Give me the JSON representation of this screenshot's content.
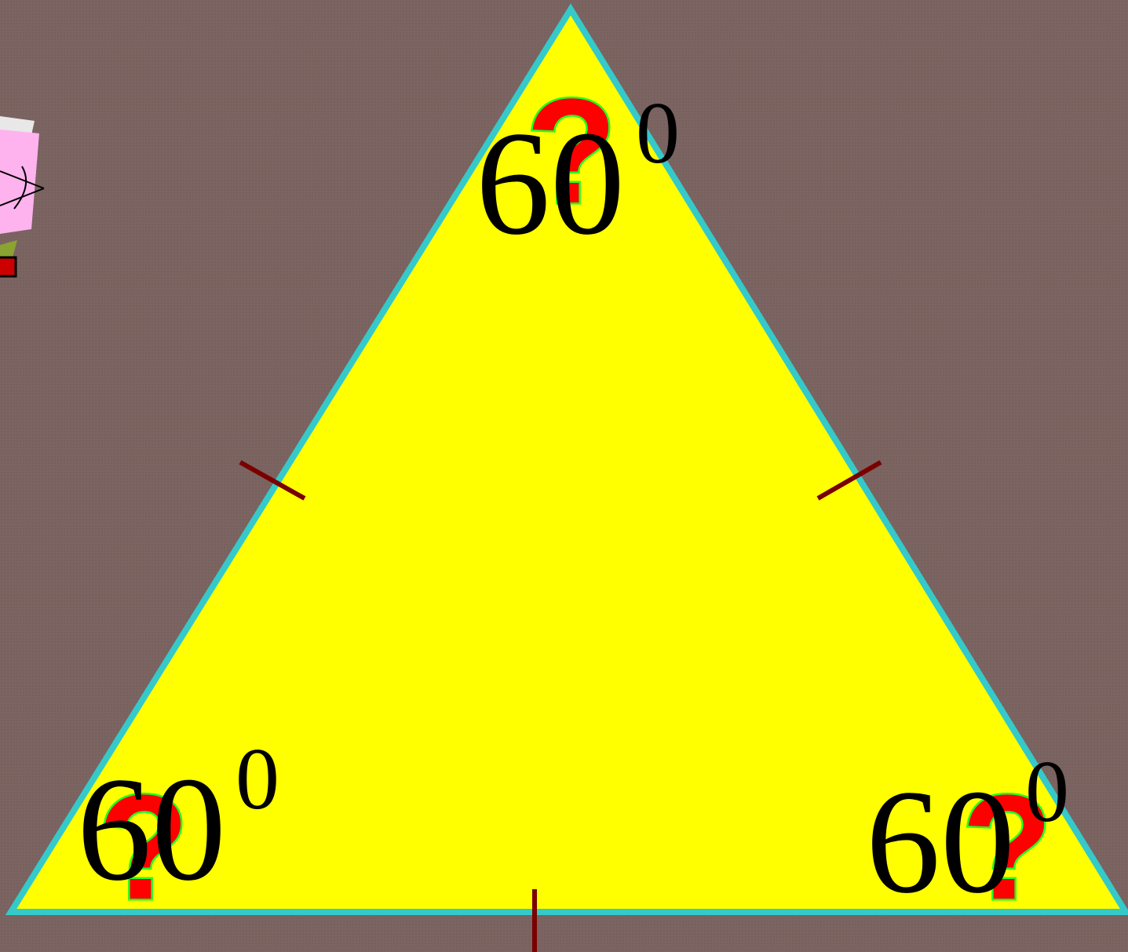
{
  "diagram": {
    "shape": "equilateral-triangle",
    "colors": {
      "background": "#7b6461",
      "triangle_fill": "#ffff00",
      "triangle_stroke": "#35c9c9",
      "tick_marks": "#7a0000",
      "question_fill": "#ff0000",
      "question_stroke": "#22ff22",
      "label_text": "#000000"
    },
    "angles": [
      {
        "vertex": "top",
        "value": "60",
        "unit": "0"
      },
      {
        "vertex": "bottom-left",
        "value": "60",
        "unit": "0"
      },
      {
        "vertex": "bottom-right",
        "value": "60",
        "unit": "0"
      }
    ],
    "question_marks": [
      "?",
      "?",
      "?"
    ],
    "equal_side_ticks": 3,
    "icons": {
      "corner_widget": "angle-card-icon"
    }
  }
}
